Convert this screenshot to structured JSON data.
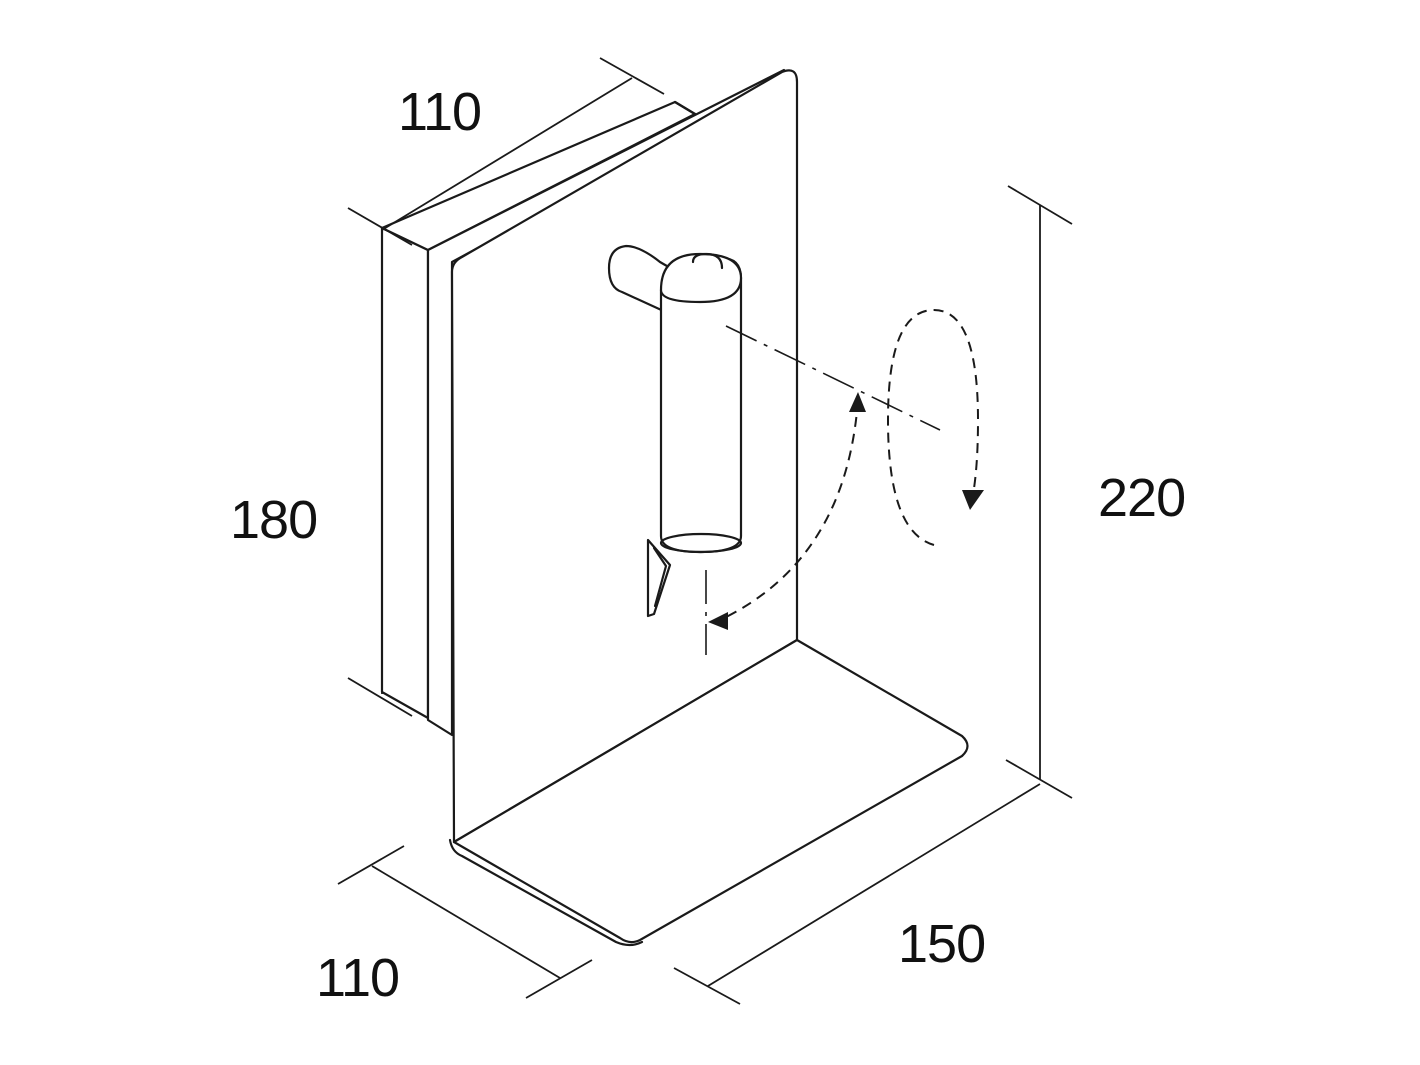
{
  "dimensions": {
    "depth_top": "110",
    "back_height": "180",
    "total_height": "220",
    "width": "150",
    "depth_bottom": "110"
  },
  "colors": {
    "line": "#1a1a1a",
    "background": "#ffffff"
  }
}
